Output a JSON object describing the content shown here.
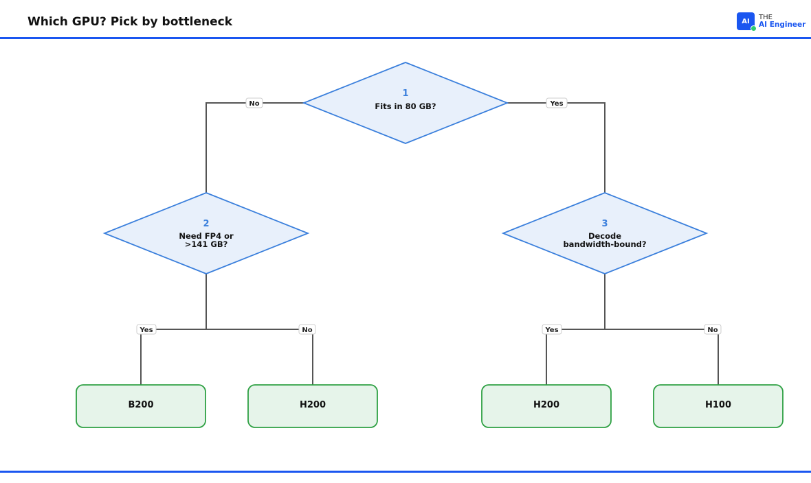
{
  "header": {
    "title": "Which GPU? Pick by bottleneck",
    "logo_mark": "AI",
    "brand_line1": "THE",
    "brand_line2": "AI Engineer"
  },
  "decisions": [
    {
      "number": "1",
      "lines": [
        "Fits in 80 GB?"
      ]
    },
    {
      "number": "2",
      "lines": [
        "Need FP4 or",
        ">141 GB?"
      ]
    },
    {
      "number": "3",
      "lines": [
        "Decode",
        "bandwidth-bound?"
      ]
    }
  ],
  "edges": {
    "d1_no": "No",
    "d1_yes": "Yes",
    "d2_yes": "Yes",
    "d2_no": "No",
    "d3_yes": "Yes",
    "d3_no": "No"
  },
  "leaves": [
    "B200",
    "H200",
    "H200",
    "H100"
  ],
  "colors": {
    "accent": "#1a56f0",
    "decision_fill": "#e8f0fb",
    "decision_stroke": "#3a7fdc",
    "leaf_fill": "#e6f4ea",
    "leaf_stroke": "#2ea043",
    "connector": "#555555"
  }
}
